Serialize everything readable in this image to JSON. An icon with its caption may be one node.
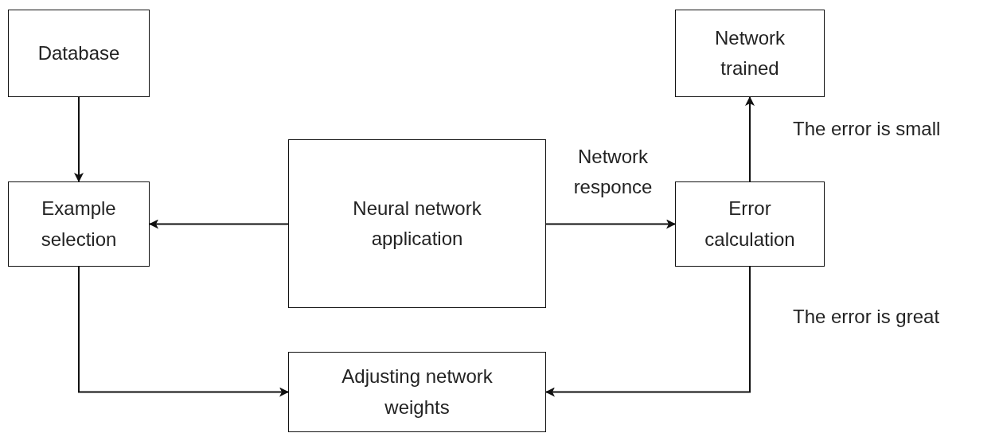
{
  "diagram": {
    "nodes": [
      {
        "text": [
          "Database"
        ]
      },
      {
        "text": [
          "Network trained"
        ]
      },
      {
        "text": [
          "Example selection"
        ]
      },
      {
        "text": [
          "Neural network application"
        ]
      },
      {
        "text": [
          "Error calculation"
        ]
      },
      {
        "text": [
          "Adjusting network weights"
        ]
      }
    ],
    "edges": [
      {
        "from": 0,
        "to": 2,
        "arrow": "to"
      },
      {
        "from": 3,
        "to": 2,
        "arrow": "to"
      },
      {
        "from": 3,
        "to": 4,
        "arrow": "to",
        "label": "Network responce"
      },
      {
        "from": 4,
        "to": 1,
        "arrow": "to",
        "label": "The error is small"
      },
      {
        "from": 4,
        "to": 5,
        "arrow": "to",
        "label": "The error is great"
      },
      {
        "from": 2,
        "to": 5,
        "arrow": "to"
      }
    ]
  }
}
